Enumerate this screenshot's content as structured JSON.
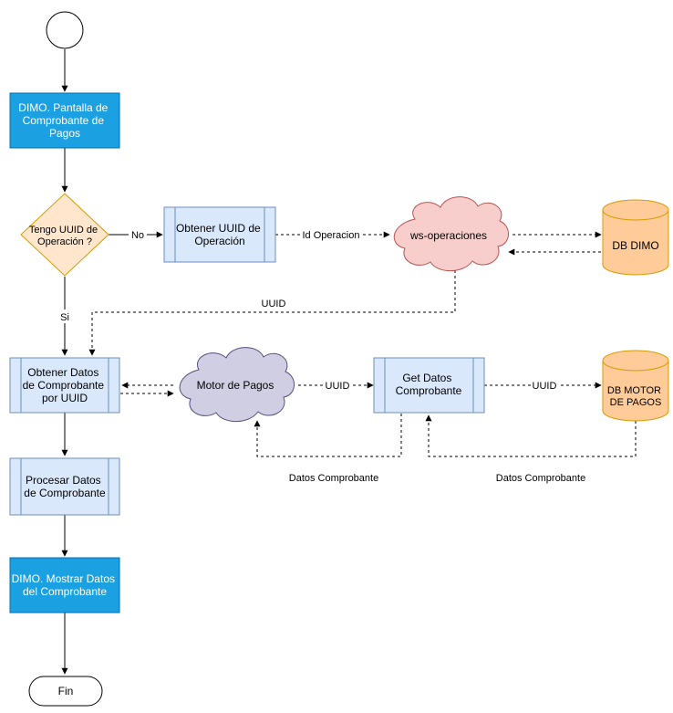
{
  "nodes": {
    "start": {
      "shape": "circle",
      "color": "#ffffff"
    },
    "pantalla": {
      "lines": [
        "DIMO. Pantalla de",
        "Comprobante de",
        "Pagos"
      ],
      "color": "#1ba1e2"
    },
    "decision": {
      "lines": [
        "Tengo UUID de",
        "Operación ?"
      ],
      "color": "#ffe6cc"
    },
    "obtener_uuid": {
      "lines": [
        "Obtener UUID de",
        "Operación"
      ],
      "color": "#dae8fc"
    },
    "ws_operaciones": {
      "lines": [
        "ws-operaciones"
      ],
      "color": "#f8cecc"
    },
    "db_dimo": {
      "lines": [
        "DB DIMO"
      ],
      "color": "#ffcc99"
    },
    "obtener_datos": {
      "lines": [
        "Obtener Datos",
        "de Comprobante",
        "por UUID"
      ],
      "color": "#dae8fc"
    },
    "motor_pagos": {
      "lines": [
        "Motor de Pagos"
      ],
      "color": "#d0cee2"
    },
    "get_datos": {
      "lines": [
        "Get Datos",
        "Comprobante"
      ],
      "color": "#dae8fc"
    },
    "db_motor": {
      "lines": [
        "DB MOTOR",
        "DE PAGOS"
      ],
      "color": "#ffcc99"
    },
    "procesar": {
      "lines": [
        "Procesar Datos",
        "de Comprobante"
      ],
      "color": "#dae8fc"
    },
    "mostrar": {
      "lines": [
        "DIMO. Mostrar Datos",
        "del Comprobante"
      ],
      "color": "#1ba1e2"
    },
    "fin": {
      "lines": [
        "Fin"
      ],
      "color": "#ffffff"
    }
  },
  "edge_labels": {
    "no": "No",
    "si": "Si",
    "id_operacion": "Id Operacion",
    "uuid_top": "UUID",
    "uuid_motor": "UUID",
    "uuid_db": "UUID",
    "datos_comprobante_1": "Datos Comprobante",
    "datos_comprobante_2": "Datos Comprobante"
  }
}
